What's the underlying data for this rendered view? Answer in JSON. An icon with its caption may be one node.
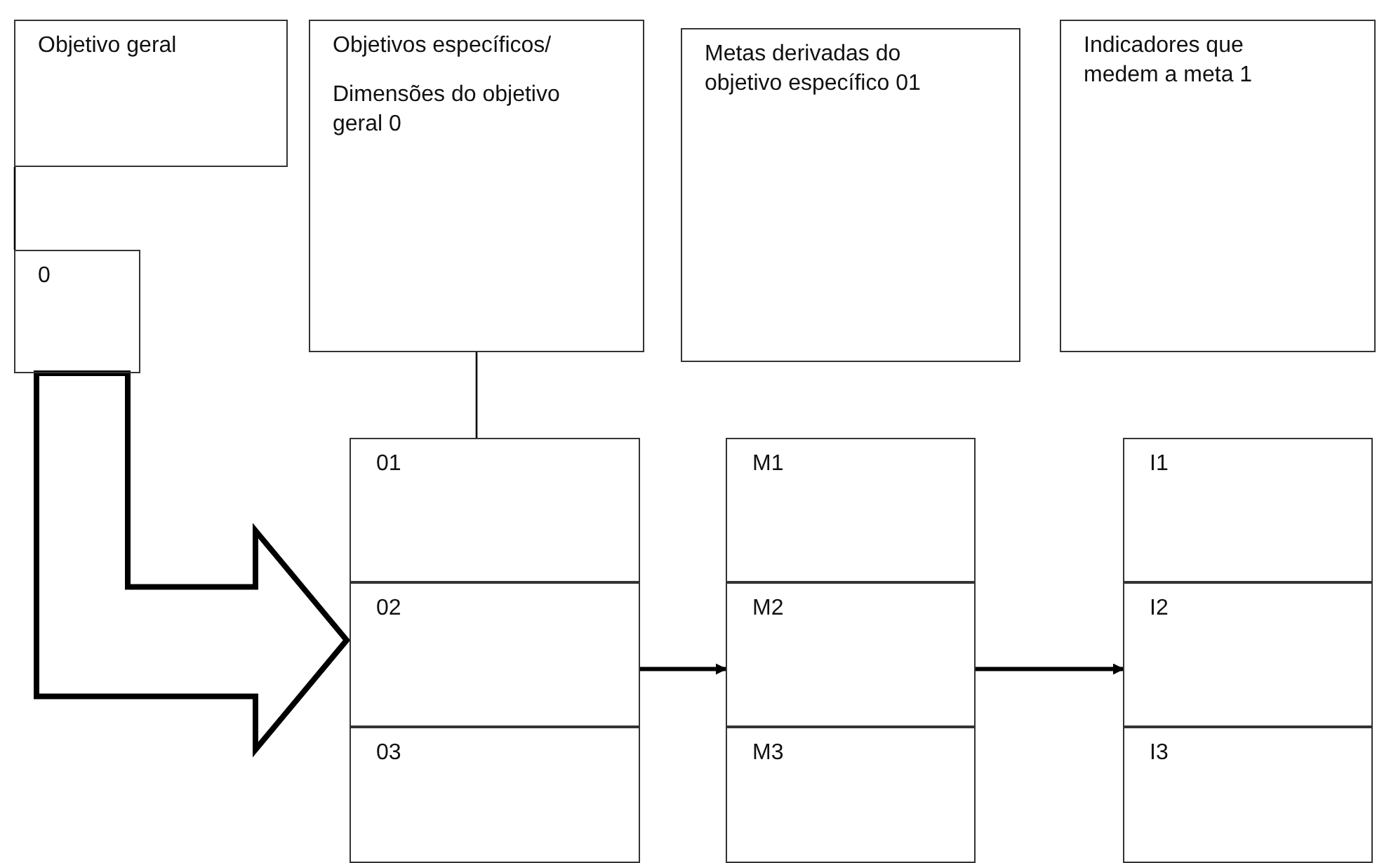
{
  "diagram": {
    "nodes": [
      {
        "text": [
          "Objetivo geral"
        ]
      },
      {
        "text": [
          "Objetivos específicos/",
          "Dimensões do objetivo geral 0"
        ]
      },
      {
        "text": [
          "Metas derivadas do objetivo específico 01"
        ]
      },
      {
        "text": [
          "Indicadores que medem a meta 1"
        ]
      },
      {
        "text": [
          "0"
        ]
      },
      {
        "text": [
          "01"
        ]
      },
      {
        "text": [
          "M1"
        ]
      },
      {
        "text": [
          "I1"
        ]
      },
      {
        "text": [
          "02"
        ]
      },
      {
        "text": [
          "M2"
        ]
      },
      {
        "text": [
          "I2"
        ]
      },
      {
        "text": [
          "03"
        ]
      },
      {
        "text": [
          "M3"
        ]
      },
      {
        "text": [
          "I3"
        ]
      }
    ],
    "edges": [
      {
        "from": 0,
        "to": 4,
        "arrow": "none"
      },
      {
        "from": 1,
        "to": 5,
        "arrow": "none"
      },
      {
        "from": 4,
        "to": 8,
        "arrow": "to",
        "style": "thick"
      },
      {
        "from": 8,
        "to": 9,
        "arrow": "to",
        "style": "thick"
      },
      {
        "from": 9,
        "to": 10,
        "arrow": "to",
        "style": "thick"
      }
    ]
  }
}
